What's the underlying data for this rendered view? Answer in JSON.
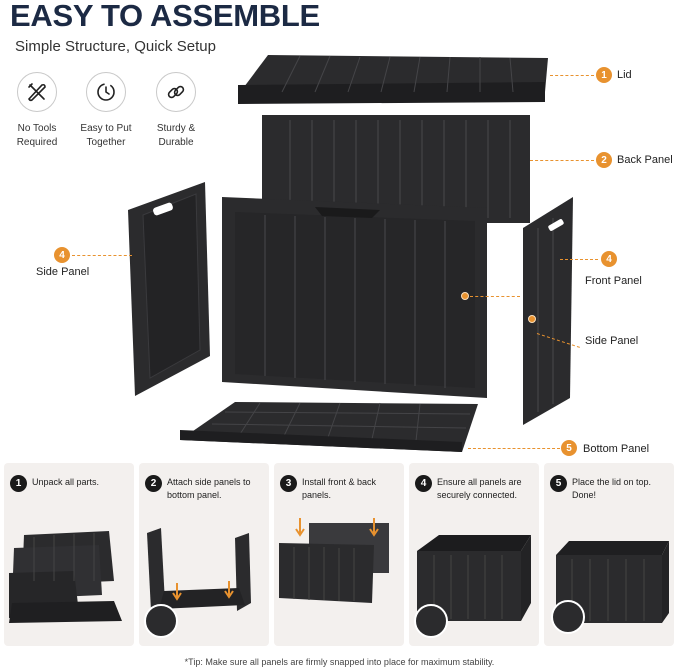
{
  "title": "EASY TO ASSEMBLE",
  "subtitle": "Simple Structure, Quick Setup",
  "features": [
    {
      "icon": "tools-icon",
      "line1": "No Tools",
      "line2": "Required"
    },
    {
      "icon": "clock-icon",
      "line1": "Easy to Put",
      "line2": "Together"
    },
    {
      "icon": "link-icon",
      "line1": "Sturdy &",
      "line2": "Durable"
    }
  ],
  "callouts": {
    "lid": {
      "num": "1",
      "label": "Lid"
    },
    "back": {
      "num": "2",
      "label": "Back Panel"
    },
    "side_left": {
      "num": "4",
      "label": "Side Panel"
    },
    "front": {
      "num": "4",
      "label": "Front Panel"
    },
    "side_right": {
      "label": "Side Panel"
    },
    "bottom": {
      "num": "5",
      "label": "Bottom Panel"
    }
  },
  "steps": [
    {
      "num": "1",
      "text": "Unpack all parts."
    },
    {
      "num": "2",
      "text": "Attach side panels to bottom panel."
    },
    {
      "num": "3",
      "text": "Install front & back panels."
    },
    {
      "num": "4",
      "text": "Ensure all panels are securely connected."
    },
    {
      "num": "5",
      "text": "Place the lid on top. Done!"
    }
  ],
  "tip": "*Tip: Make sure all panels are firmly snapped into place for maximum stability.",
  "colors": {
    "accent": "#e8922f",
    "panel": "#2b2b2d",
    "title": "#1c2a44",
    "step_bg": "#f3f0ee"
  }
}
